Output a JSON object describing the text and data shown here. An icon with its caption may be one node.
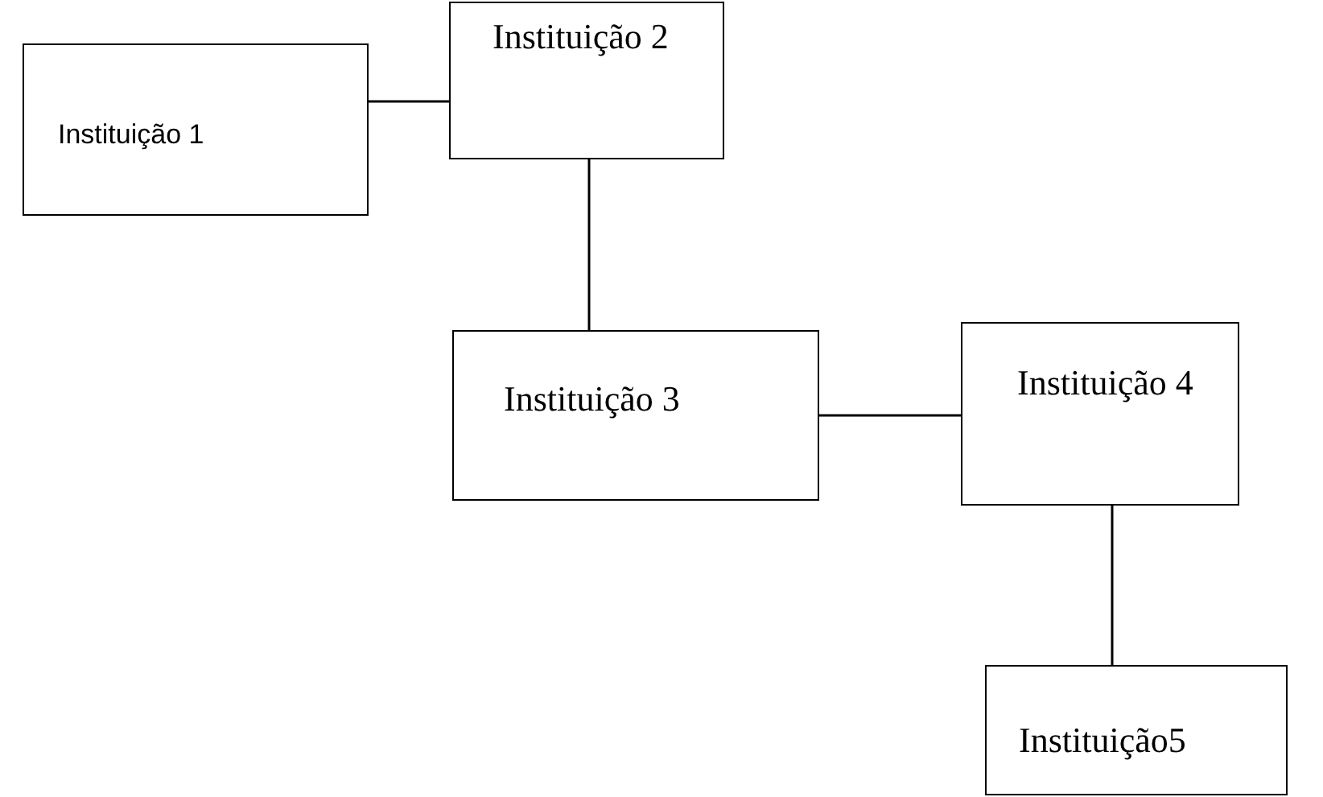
{
  "diagram": {
    "nodes": [
      {
        "text": [
          "Instituição 1"
        ]
      },
      {
        "text": [
          "Instituição 2"
        ]
      },
      {
        "text": [
          "Instituição 3"
        ]
      },
      {
        "text": [
          "Instituição 4"
        ]
      },
      {
        "text": [
          "Instituição5"
        ]
      }
    ],
    "edges": [
      {
        "from": 0,
        "to": 1,
        "arrow": "none"
      },
      {
        "from": 1,
        "to": 2,
        "arrow": "none"
      },
      {
        "from": 2,
        "to": 3,
        "arrow": "none"
      },
      {
        "from": 3,
        "to": 4,
        "arrow": "none"
      }
    ]
  }
}
